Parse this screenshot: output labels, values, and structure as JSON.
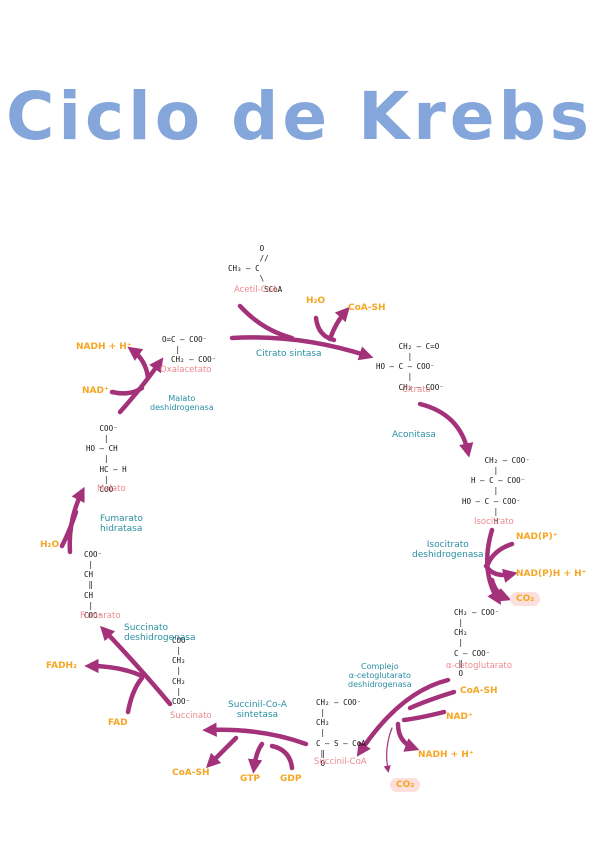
{
  "title": "Ciclo de Krebs",
  "colors": {
    "title": "#84a6da",
    "metabolite": "#ec8a8f",
    "enzyme": "#2a8fa3",
    "cofactor": "#f5a623",
    "arrow": "#a3327a",
    "co2_bubble": "#fbe0db"
  },
  "structures": {
    "acetil_coa": "       O\n       //\nCH₃ – C\n       \\\n        SCoA",
    "oxalacetato": "O=C – COO⁻\n   |\n  CH₂ – COO⁻",
    "citrato": "     CH₂ – C=O\n       |\nHO – C – COO⁻\n       |\n     CH₂ – COO⁻",
    "malato": "   COO⁻\n    |\nHO – CH\n    |\n   HC – H\n    |\n   COO⁻",
    "isocitrato": "     CH₂ – COO⁻\n       |\n  H – C – COO⁻\n       |\nHO – C – COO⁻\n       |\n       H",
    "fumarato": "COO⁻\n |\nCH\n ‖\nCH\n |\nCOO⁻",
    "succinato": "COO⁻\n |\nCH₂\n |\nCH₂\n |\nCOO⁻",
    "alfa_cetoglutarato": "CH₂ – COO⁻\n |\nCH₂\n |\nC – COO⁻\n ‖\n O",
    "succinil_coa": "CH₂ – COO⁻\n |\nCH₂\n |\nC – S – CoA\n ‖\n O"
  },
  "metabolites": {
    "acetil_coa": "Acetil-CoA",
    "citrato": "Citrato",
    "isocitrato": "Isocitrato",
    "alfa_cetoglutarato": "α-cetoglutarato",
    "succinil_coa": "Succinil-CoA",
    "succinato": "Succinato",
    "fumarato": "Fumarato",
    "malato": "Malato",
    "oxalacetato": "Oxalacetato"
  },
  "enzymes": {
    "citrato_sintasa": "Citrato sintasa",
    "aconitasa": "Aconitasa",
    "isocitrato_dh": [
      "Isocitrato",
      "deshidrogenasa"
    ],
    "complejo_akg": [
      "Complejo",
      "α-cetoglutarato",
      "deshidrogenasa"
    ],
    "succinil_coa_sintetasa": [
      "Succinil-Co-A",
      "sintetasa"
    ],
    "succinato_dh": [
      "Succinato",
      "deshidrogenasa"
    ],
    "fumarato_hidratasa": [
      "Fumarato",
      "hidratasa"
    ],
    "malato_dh": [
      "Malato",
      "deshidrogenasa"
    ]
  },
  "cofactors": {
    "h2o_citrato": "H₂O",
    "coash_citrato": "CoA-SH",
    "nadp": "NAD(P)⁺",
    "nadph": "NAD(P)H + H⁺",
    "co2_isocitrato": "CO₂",
    "coash_akg": "CoA-SH",
    "nad_akg": "NAD⁺",
    "nadh_akg": "NADH + H⁺",
    "co2_akg": "CO₂",
    "coash_succinil": "CoA-SH",
    "gtp": "GTP",
    "gdp": "GDP",
    "fad": "FAD",
    "fadh2": "FADH₂",
    "h2o_fumarato": "H₂O",
    "nad_malato": "NAD⁺",
    "nadh_malato": "NADH + H⁺"
  }
}
